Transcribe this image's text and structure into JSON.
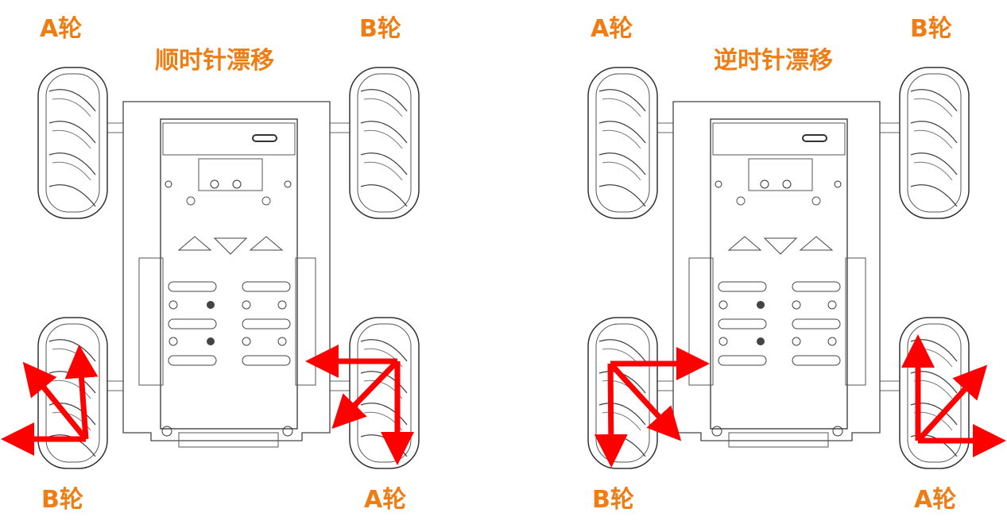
{
  "colors": {
    "label": "#ef7d14",
    "arrow": "#ff0000",
    "line": "#333333"
  },
  "left_panel": {
    "title": "顺时针漂移",
    "wheel_top_left": "A轮",
    "wheel_top_right": "B轮",
    "wheel_bottom_left": "B轮",
    "wheel_bottom_right": "A轮"
  },
  "right_panel": {
    "title": "逆时针漂移",
    "wheel_top_left": "A轮",
    "wheel_top_right": "B轮",
    "wheel_bottom_left": "B轮",
    "wheel_bottom_right": "A轮"
  }
}
